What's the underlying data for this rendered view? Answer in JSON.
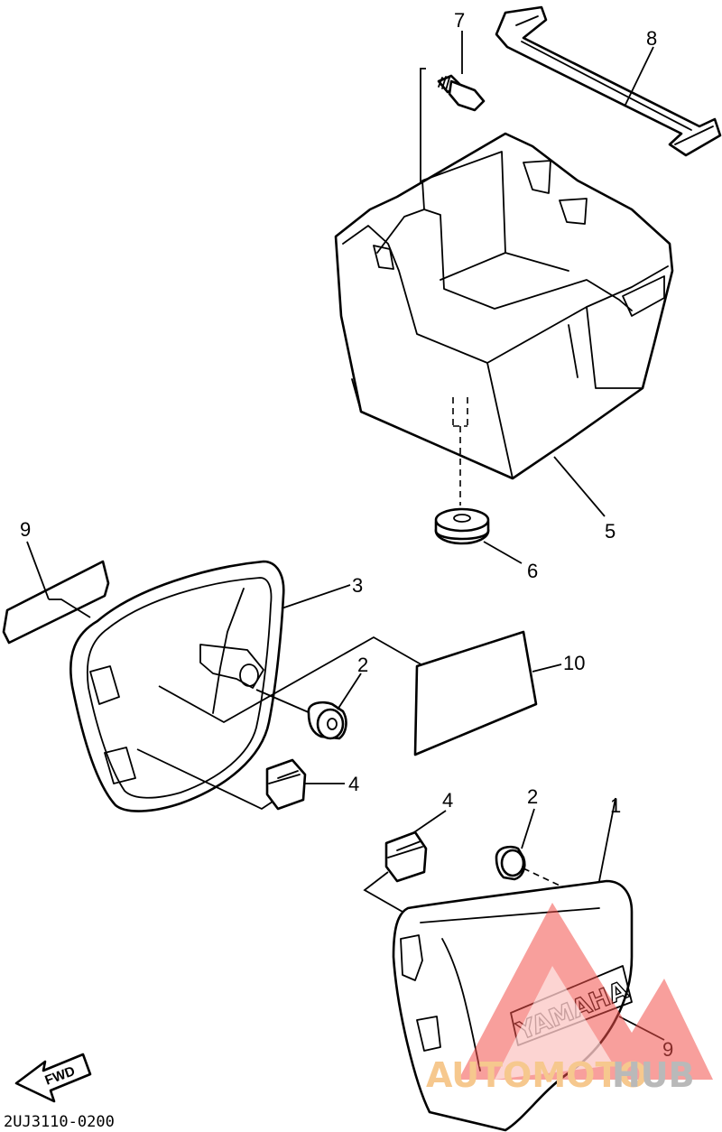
{
  "callouts": {
    "c1": "1",
    "c2a": "2",
    "c2b": "2",
    "c3": "3",
    "c4a": "4",
    "c4b": "4",
    "c5": "5",
    "c6": "6",
    "c7": "7",
    "c8": "8",
    "c9a": "9",
    "c9b": "9",
    "c10": "10"
  },
  "fwd_label": "FWD",
  "diagram_code": "2UJ3110-0200",
  "emblem_text": "YAMAHA",
  "watermark": {
    "part1": "AUTOMOTO",
    "part2": "HUB",
    "color_primary": "#f2504a",
    "color_secondary": "#b9b9b9"
  }
}
